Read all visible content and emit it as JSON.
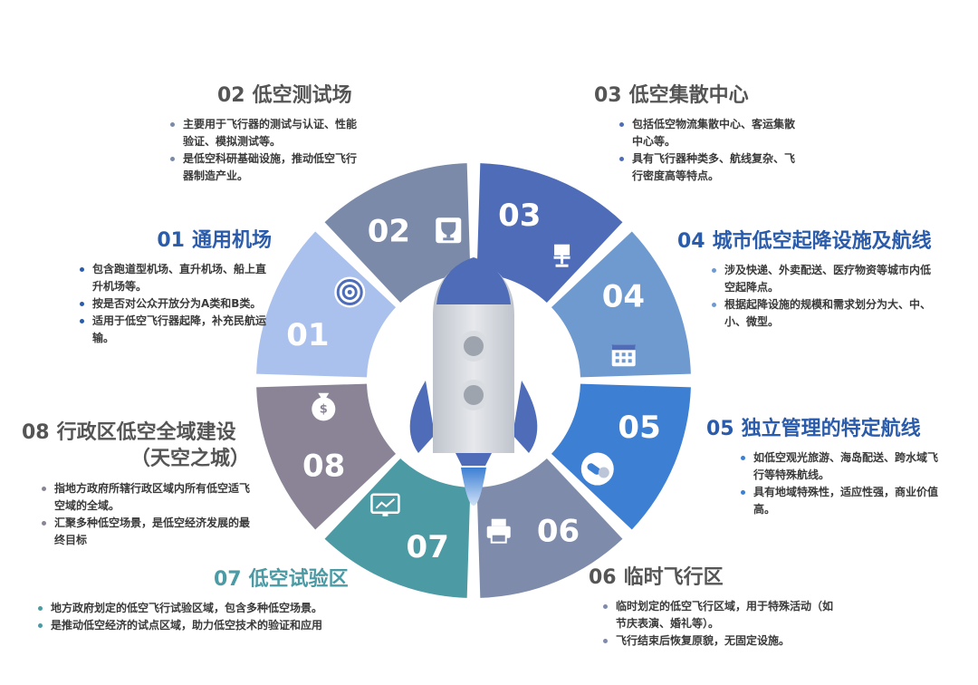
{
  "colors": {
    "s01": "#a9c1ec",
    "s02": "#7b8aa8",
    "s03": "#4f6cb8",
    "s04": "#6f9ad0",
    "s05": "#3c7fd3",
    "s06": "#7e8baa",
    "s07": "#4b9aa4",
    "s08": "#8a8496",
    "dark_text": "#3a3a3a",
    "blue_title": "#2b5cab",
    "gray_title": "#555555"
  },
  "segments": [
    {
      "id": "01",
      "label": "01",
      "icon": "target-icon"
    },
    {
      "id": "02",
      "label": "02",
      "icon": "trophy-icon"
    },
    {
      "id": "03",
      "label": "03",
      "icon": "chair-icon"
    },
    {
      "id": "04",
      "label": "04",
      "icon": "calendar-icon"
    },
    {
      "id": "05",
      "label": "05",
      "icon": "pills-icon"
    },
    {
      "id": "06",
      "label": "06",
      "icon": "printer-icon"
    },
    {
      "id": "07",
      "label": "07",
      "icon": "monitor-chart-icon"
    },
    {
      "id": "08",
      "label": "08",
      "icon": "money-bag-icon"
    }
  ],
  "blocks": {
    "b01": {
      "num": "01",
      "title": "通用机场",
      "bullets": [
        "包含跑道型机场、直升机场、船上直升机场等。",
        "按是否对公众开放分为A类和B类。",
        "适用于低空飞行器起降，补充民航运输。"
      ]
    },
    "b02": {
      "num": "02",
      "title": "低空测试场",
      "bullets": [
        "主要用于飞行器的测试与认证、性能验证、模拟测试等。",
        "是低空科研基础设施，推动低空飞行器制造产业。"
      ]
    },
    "b03": {
      "num": "03",
      "title": "低空集散中心",
      "bullets": [
        "包括低空物流集散中心、客运集散中心等。",
        "具有飞行器种类多、航线复杂、飞行密度高等特点。"
      ]
    },
    "b04": {
      "num": "04",
      "title": "城市低空起降设施及航线",
      "bullets": [
        "涉及快递、外卖配送、医疗物资等城市内低空起降点。",
        "根据起降设施的规模和需求划分为大、中、小、微型。"
      ]
    },
    "b05": {
      "num": "05",
      "title": "独立管理的特定航线",
      "bullets": [
        "如低空观光旅游、海岛配送、跨水域飞行等特殊航线。",
        "具有地域特殊性，适应性强，商业价值高。"
      ]
    },
    "b06": {
      "num": "06",
      "title": "临时飞行区",
      "bullets": [
        "临时划定的低空飞行区域，用于特殊活动（如节庆表演、婚礼等）。",
        "飞行结束后恢复原貌，无固定设施。"
      ]
    },
    "b07": {
      "num": "07",
      "title": "低空试验区",
      "bullets": [
        "地方政府划定的低空飞行试验区域，包含多种低空场景。",
        "是推动低空经济的试点区域，助力低空技术的验证和应用"
      ]
    },
    "b08": {
      "num": "08",
      "title": "行政区低空全域建设",
      "subtitle": "（天空之城）",
      "bullets": [
        "指地方政府所辖行政区域内所有低空适飞空域的全域。",
        "汇聚多种低空场景，是低空经济发展的最终目标"
      ]
    }
  }
}
